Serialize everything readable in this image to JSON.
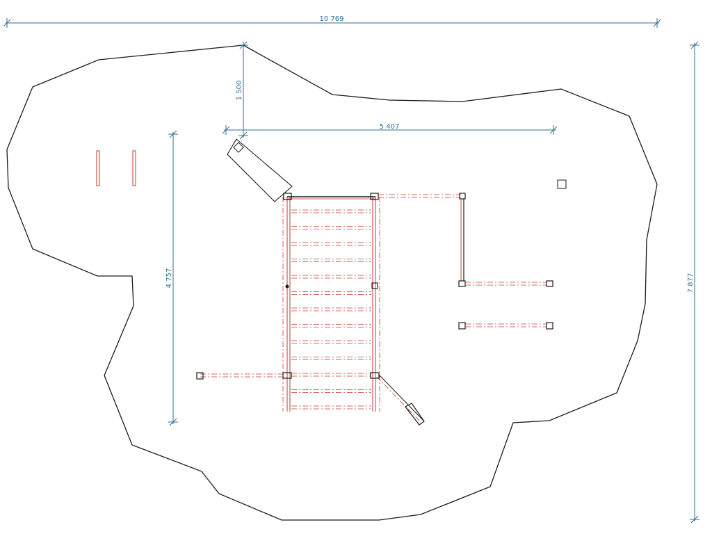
{
  "colors": {
    "dimension": "#2f6f8f",
    "outline": "#1a1a1a",
    "beam": "#c0392b",
    "post": "#1a1a1a"
  },
  "dimensions": {
    "overall_width": "10 769",
    "overall_height": "7 877",
    "structure_height": "4 757",
    "offset_width": "5 407",
    "offset_height": "1 500"
  }
}
